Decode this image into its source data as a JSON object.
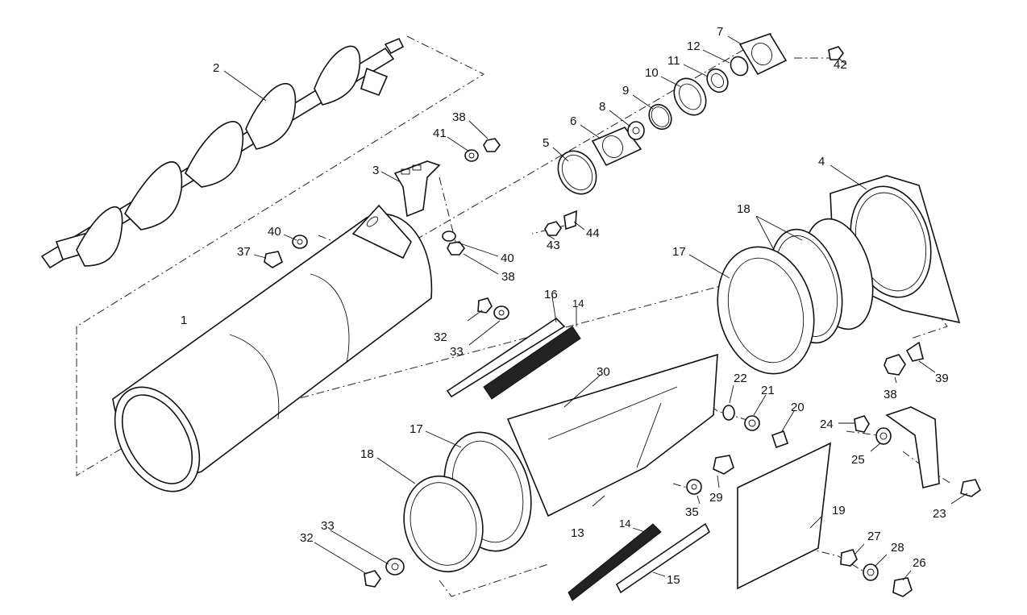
{
  "labels": {
    "p1": "1",
    "p2": "2",
    "p3": "3",
    "p4": "4",
    "p5": "5",
    "p6": "6",
    "p7": "7",
    "p8": "8",
    "p9": "9",
    "p10": "10",
    "p11": "11",
    "p12": "12",
    "p13": "13",
    "p14a": "14",
    "p14b": "14",
    "p15": "15",
    "p16": "16",
    "p17a": "17",
    "p17b": "17",
    "p18a": "18",
    "p18b": "18",
    "p19": "19",
    "p20": "20",
    "p21": "21",
    "p22": "22",
    "p23": "23",
    "p24": "24",
    "p25": "25",
    "p26": "26",
    "p27": "27",
    "p28": "28",
    "p29": "29",
    "p30": "30",
    "p32a": "32",
    "p32b": "32",
    "p33a": "33",
    "p33b": "33",
    "p35": "35",
    "p37": "37",
    "p38a": "38",
    "p38b": "38",
    "p38c": "38",
    "p39": "39",
    "p40a": "40",
    "p40b": "40",
    "p41": "41",
    "p42": "42",
    "p43": "43",
    "p44": "44"
  }
}
